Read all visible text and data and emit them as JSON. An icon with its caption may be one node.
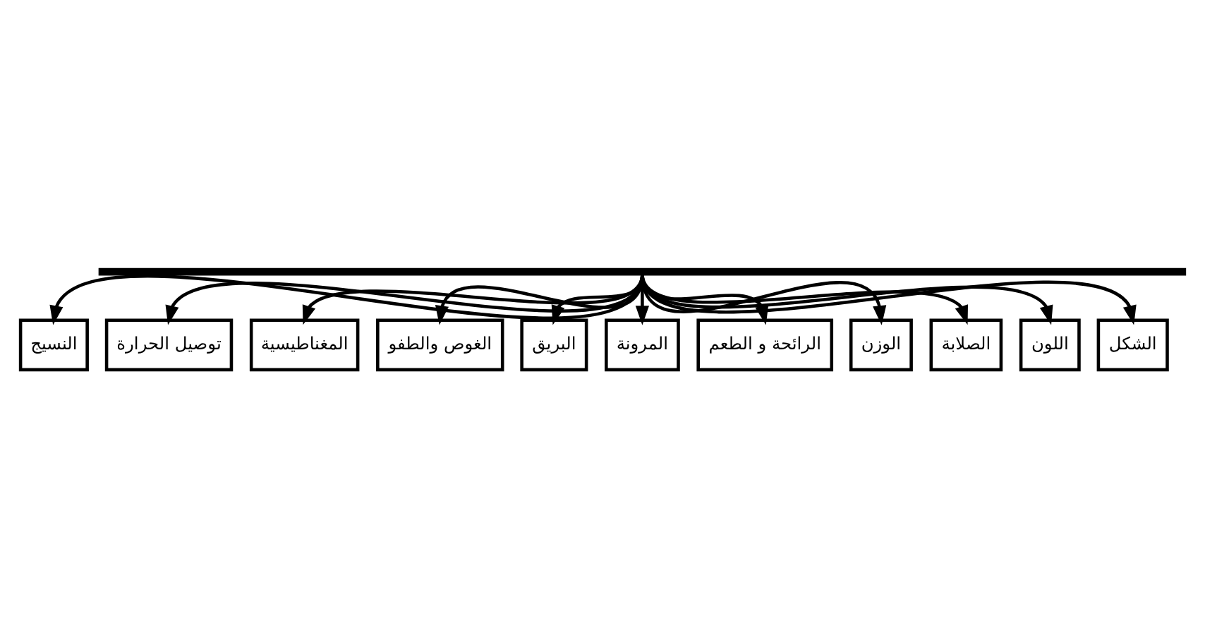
{
  "diagram": {
    "nodes": [
      {
        "text": [],
        "shape": "bar"
      },
      {
        "text": [
          "الشكل"
        ]
      },
      {
        "text": [
          "اللون"
        ]
      },
      {
        "text": [
          "الصلابة"
        ]
      },
      {
        "text": [
          "الوزن"
        ]
      },
      {
        "text": [
          "الرائحة و الطعم"
        ]
      },
      {
        "text": [
          "المرونة"
        ]
      },
      {
        "text": [
          "البريق"
        ]
      },
      {
        "text": [
          "الغوص والطفو"
        ]
      },
      {
        "text": [
          "المغناطيسية"
        ]
      },
      {
        "text": [
          "توصيل الحرارة"
        ]
      },
      {
        "text": [
          "النسيج"
        ]
      }
    ],
    "edges": [
      {
        "from": 0,
        "to": 1,
        "arrow": "to"
      },
      {
        "from": 0,
        "to": 2,
        "arrow": "to"
      },
      {
        "from": 0,
        "to": 3,
        "arrow": "to"
      },
      {
        "from": 0,
        "to": 4,
        "arrow": "to"
      },
      {
        "from": 0,
        "to": 5,
        "arrow": "to"
      },
      {
        "from": 0,
        "to": 6,
        "arrow": "to"
      },
      {
        "from": 0,
        "to": 7,
        "arrow": "to"
      },
      {
        "from": 0,
        "to": 8,
        "arrow": "to"
      },
      {
        "from": 0,
        "to": 9,
        "arrow": "to"
      },
      {
        "from": 0,
        "to": 10,
        "arrow": "to"
      },
      {
        "from": 0,
        "to": 11,
        "arrow": "to"
      }
    ]
  }
}
